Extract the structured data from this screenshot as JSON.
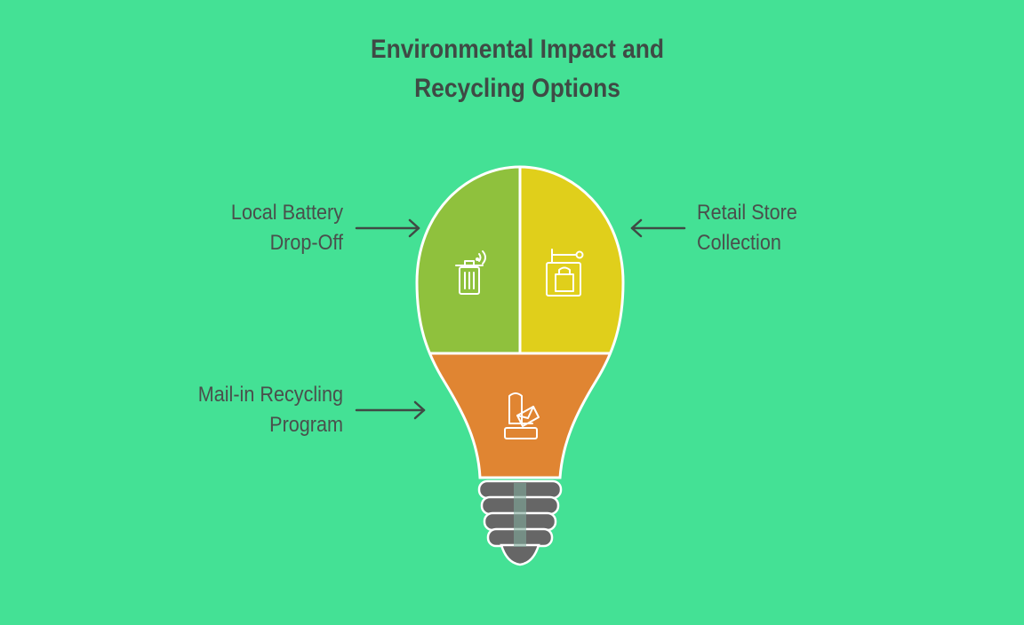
{
  "title": {
    "line1": "Environmental Impact and",
    "line2": "Recycling Options"
  },
  "options": [
    {
      "line1": "Local Battery",
      "line2": "Drop-Off",
      "color": "#8fc13d",
      "icon": "trash-bin-wifi-icon"
    },
    {
      "line1": "Retail Store",
      "line2": "Collection",
      "color": "#e0cf1b",
      "icon": "shopping-bag-sign-icon"
    },
    {
      "line1": "Mail-in Recycling",
      "line2": "Program",
      "color": "#e08532",
      "icon": "mailbox-envelope-icon"
    }
  ],
  "colors": {
    "background": "#44e195",
    "text": "#3f4a45",
    "bulb_base": "#666666"
  }
}
